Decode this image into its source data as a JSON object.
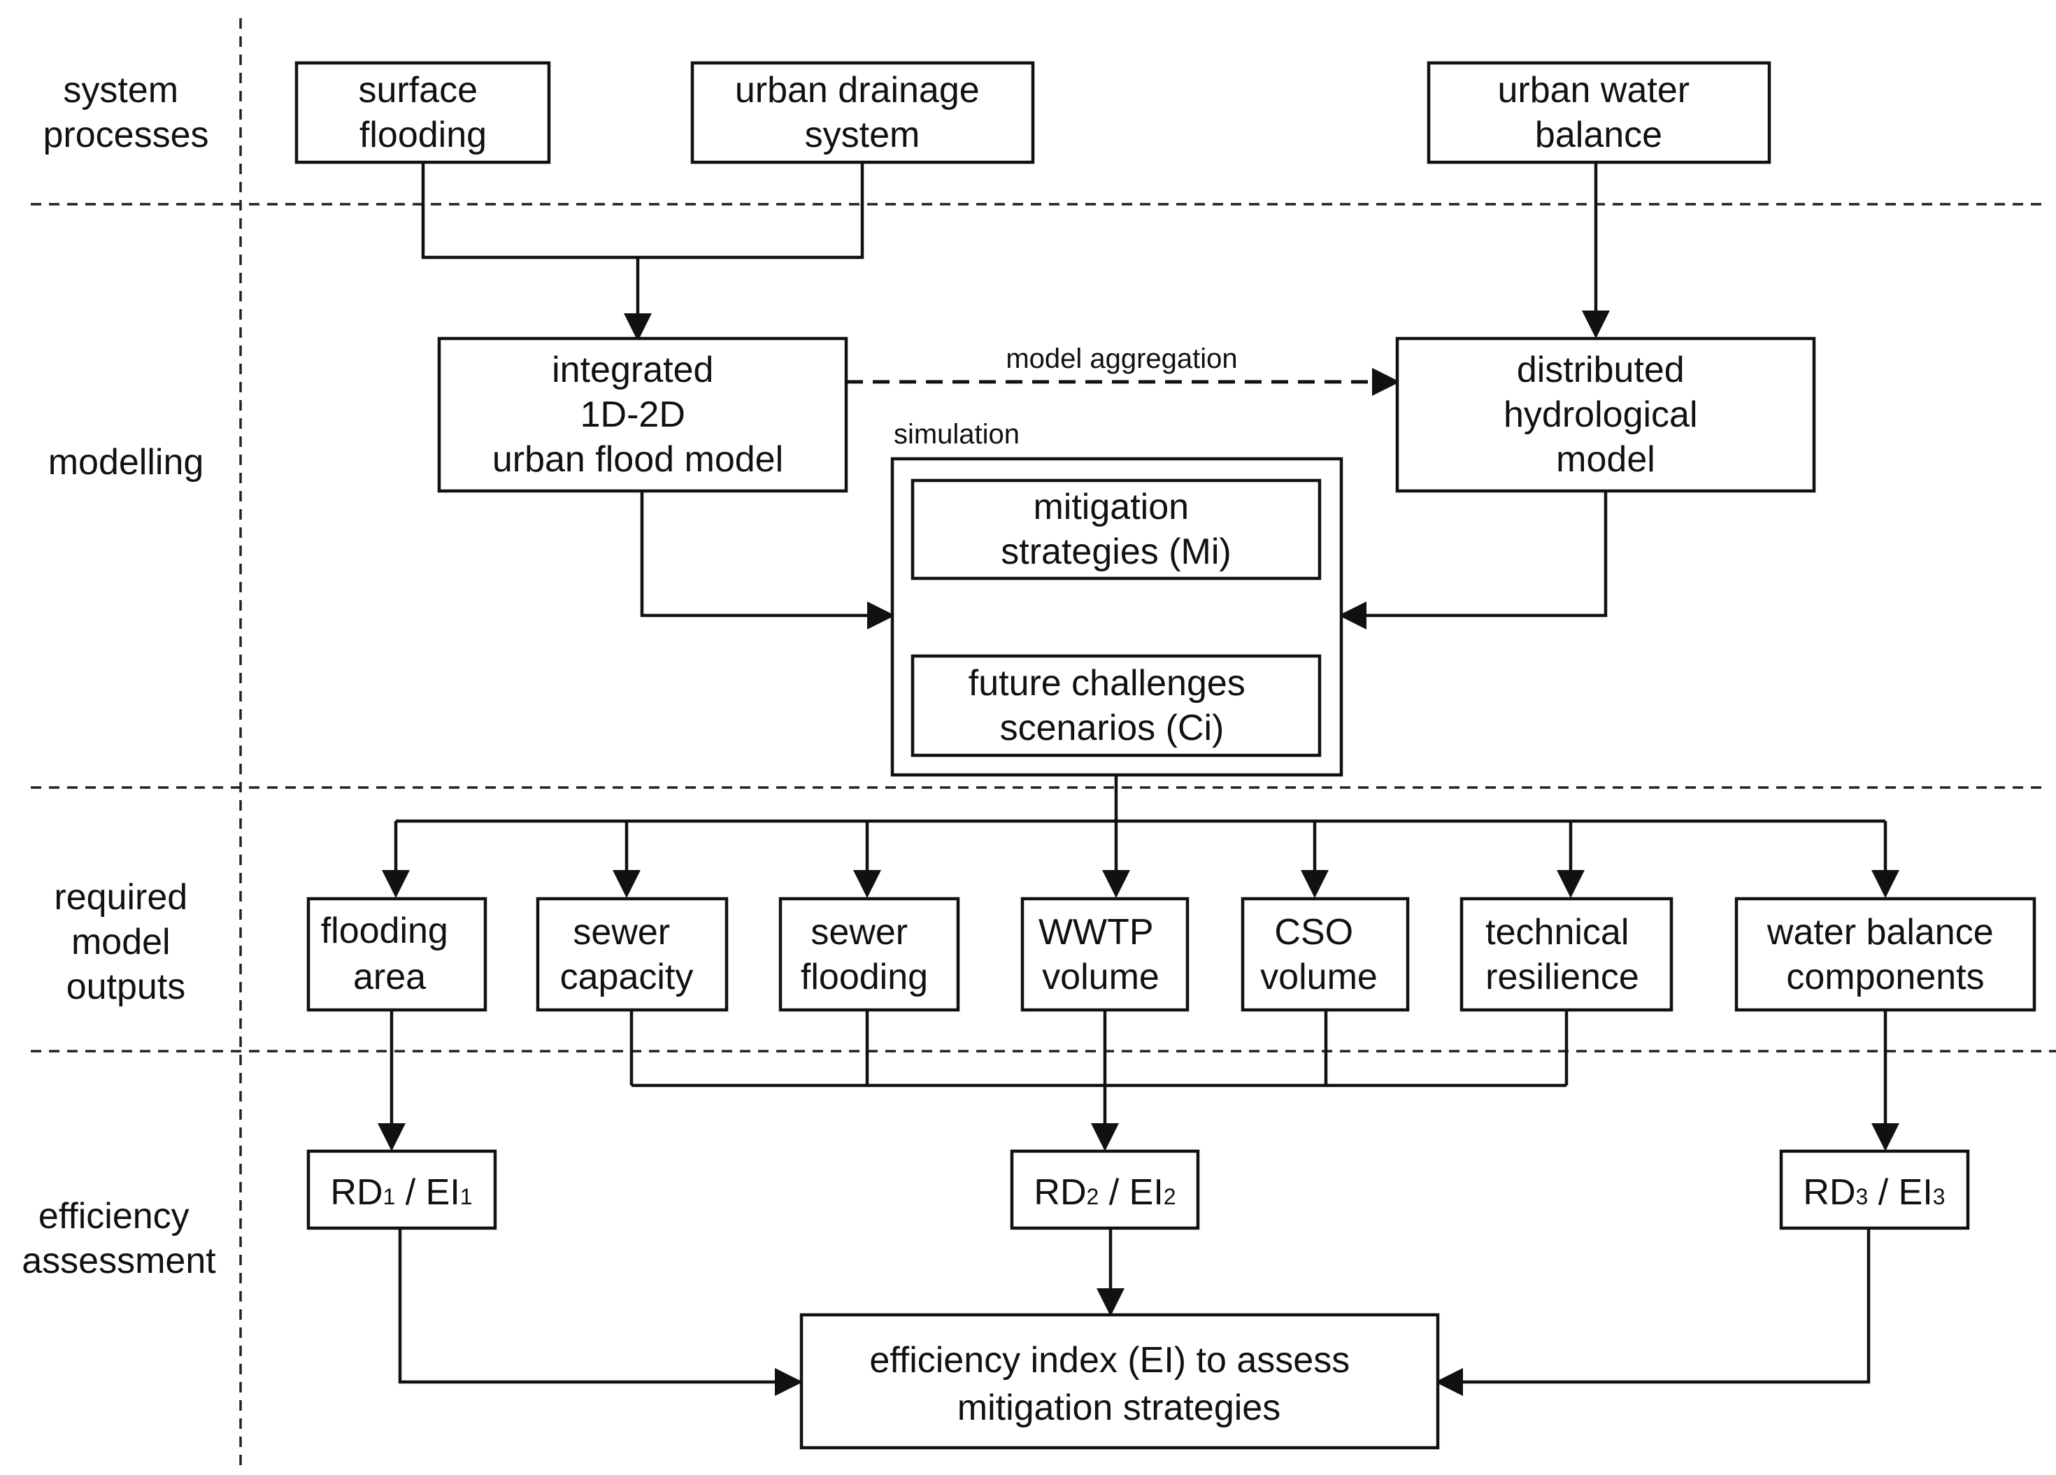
{
  "lanes": {
    "system_processes": [
      "system",
      "processes"
    ],
    "modelling": [
      "modelling"
    ],
    "required_model_outputs": [
      "required",
      "model",
      "outputs"
    ],
    "efficiency_assessment": [
      "efficiency",
      "assessment"
    ]
  },
  "system_processes": {
    "surface_flooding": [
      "surface",
      "flooding"
    ],
    "urban_drainage_system": [
      "urban drainage",
      "system"
    ],
    "urban_water_balance": [
      "urban water",
      "balance"
    ]
  },
  "modelling": {
    "urban_flood_model": [
      "integrated",
      "1D-2D",
      "urban flood model"
    ],
    "hydrological_model": [
      "distributed",
      "hydrological",
      "model"
    ],
    "model_aggregation_label": "model aggregation",
    "simulation_label": "simulation",
    "mitigation_strategies": [
      "mitigation",
      "strategies (Mi)"
    ],
    "future_challenges": [
      "future challenges",
      "scenarios (Ci)"
    ]
  },
  "outputs": {
    "flooding_area": [
      "flooding",
      "area"
    ],
    "sewer_capacity": [
      "sewer",
      "capacity"
    ],
    "sewer_flooding": [
      "sewer",
      "flooding"
    ],
    "wwtp_volume": [
      "WWTP",
      "volume"
    ],
    "cso_volume": [
      "CSO",
      "volume"
    ],
    "technical_resilience": [
      "technical",
      "resilience"
    ],
    "water_balance_components": [
      "water balance",
      "components"
    ]
  },
  "assessment": {
    "rd1": {
      "rd": "RD",
      "rd_sub": "1",
      "sep": " / ",
      "ei": "EI",
      "ei_sub": "1"
    },
    "rd2": {
      "rd": "RD",
      "rd_sub": "2",
      "sep": " / ",
      "ei": "EI",
      "ei_sub": "2"
    },
    "rd3": {
      "rd": "RD",
      "rd_sub": "3",
      "sep": " / ",
      "ei": "EI",
      "ei_sub": "3"
    },
    "efficiency_index": [
      "efficiency index (EI) to assess",
      "mitigation strategies"
    ]
  },
  "colors": {
    "line": "#111111",
    "background": "#ffffff"
  }
}
